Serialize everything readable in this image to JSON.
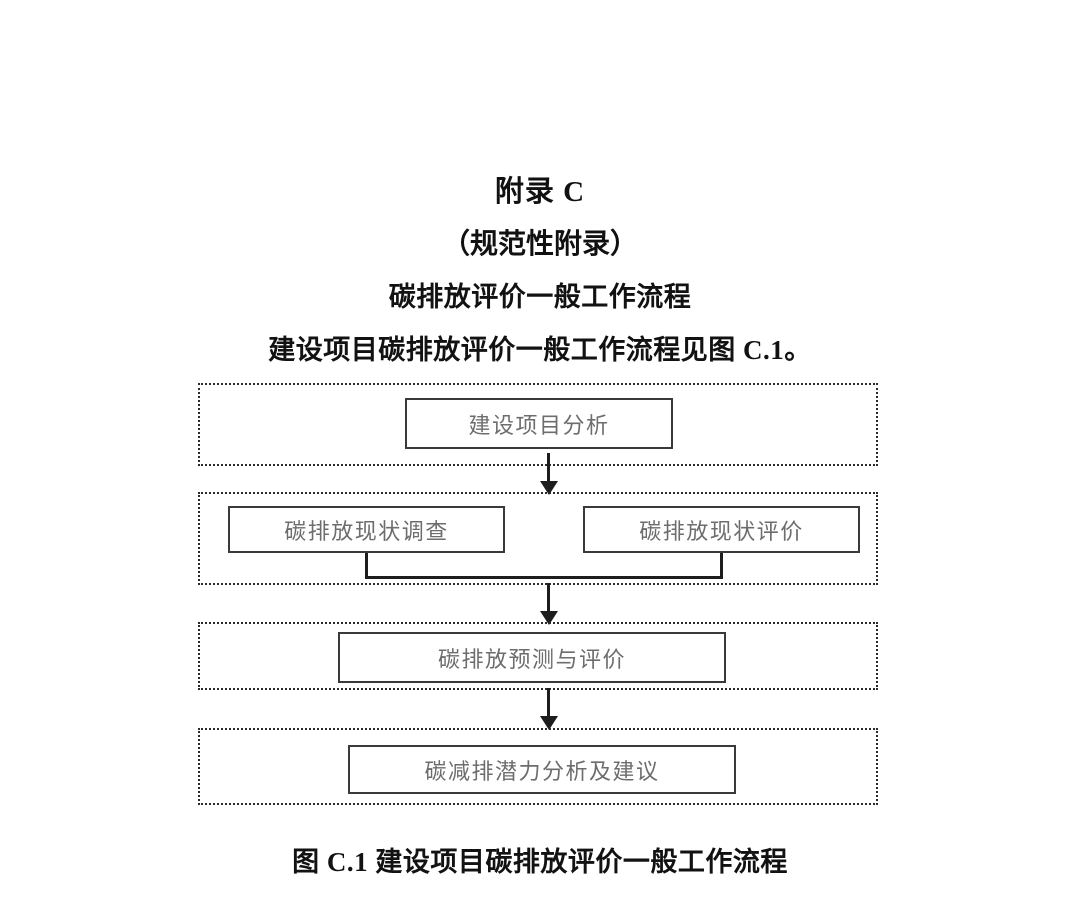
{
  "document": {
    "appendix_title": "附录 C",
    "appendix_kind": "（规范性附录）",
    "appendix_subject": "碳排放评价一般工作流程",
    "intro_line": "建设项目碳排放评价一般工作流程见图 C.1。",
    "figure_caption": "图 C.1  建设项目碳排放评价一般工作流程"
  },
  "flowchart": {
    "type": "flow-diagram",
    "orientation": "top-to-bottom",
    "stages": [
      {
        "id": "stage-1",
        "nodes": [
          {
            "id": "node-analysis",
            "label": "建设项目分析"
          }
        ]
      },
      {
        "id": "stage-2",
        "nodes": [
          {
            "id": "node-survey",
            "label": "碳排放现状调查"
          },
          {
            "id": "node-status-eval",
            "label": "碳排放现状评价"
          }
        ]
      },
      {
        "id": "stage-3",
        "nodes": [
          {
            "id": "node-forecast",
            "label": "碳排放预测与评价"
          }
        ]
      },
      {
        "id": "stage-4",
        "nodes": [
          {
            "id": "node-reduction",
            "label": "碳减排潜力分析及建议"
          }
        ]
      }
    ],
    "connectors": [
      {
        "from": "stage-1",
        "to": "stage-2",
        "kind": "arrow-down"
      },
      {
        "from": "stage-2",
        "to": "stage-3",
        "kind": "arrow-down"
      },
      {
        "from": "stage-3",
        "to": "stage-4",
        "kind": "arrow-down"
      },
      {
        "from": "node-survey+node-status-eval",
        "to": "stage-2-merge",
        "kind": "bracket"
      }
    ]
  },
  "colors": {
    "page_background": "#ffffff",
    "heading_text": "#121212",
    "node_text": "#6d6d6d",
    "node_border": "#3a3a3a",
    "stage_border": "#2b2b2b",
    "connector": "#1d1d1d"
  }
}
